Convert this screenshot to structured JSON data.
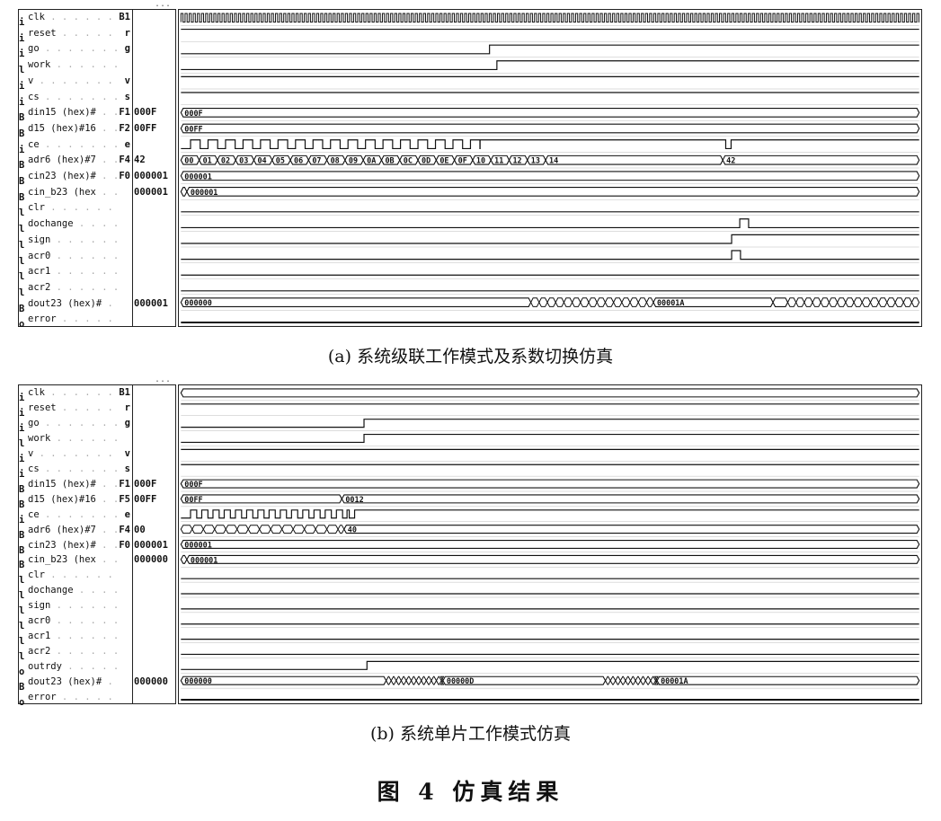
{
  "panels": [
    {
      "caption": "(a) 系统级联工作模式及系数切换仿真",
      "dots": "...",
      "signals": [
        {
          "dir": "i",
          "name": "clk",
          "code": "B1",
          "value": "",
          "wave": {
            "type": "clock",
            "half": 2.3
          }
        },
        {
          "dir": "i",
          "name": "reset",
          "code": "r",
          "value": "",
          "wave": {
            "type": "bit",
            "init": 1,
            "edges": []
          }
        },
        {
          "dir": "i",
          "name": "go",
          "code": "g",
          "value": "",
          "wave": {
            "type": "bit",
            "init": 0,
            "edges": [
              0.418
            ]
          }
        },
        {
          "dir": "l",
          "name": "work",
          "code": "",
          "value": "",
          "wave": {
            "type": "bit",
            "init": 0,
            "edges": [
              0.428
            ]
          }
        },
        {
          "dir": "i",
          "name": "v",
          "code": "v",
          "value": "",
          "wave": {
            "type": "bit",
            "init": 1,
            "edges": []
          }
        },
        {
          "dir": "i",
          "name": "cs",
          "code": "s",
          "value": "",
          "wave": {
            "type": "bit",
            "init": 1,
            "edges": []
          }
        },
        {
          "dir": "B",
          "name": "din15 (hex)#",
          "code": "F1",
          "value": "000F",
          "wave": {
            "type": "bus",
            "segments": [
              {
                "x": 0,
                "label": "000F"
              }
            ]
          }
        },
        {
          "dir": "B",
          "name": "d15 (hex)#16",
          "code": "F2",
          "value": "00FF",
          "wave": {
            "type": "bus",
            "segments": [
              {
                "x": 0,
                "label": "00FF"
              }
            ]
          }
        },
        {
          "dir": "i",
          "name": "ce",
          "code": "e",
          "value": "",
          "wave": {
            "type": "pulses",
            "start": 0.013,
            "stop": 0.405,
            "period": 0.0237,
            "duty": 0.55,
            "extra": [
              0.738
            ]
          }
        },
        {
          "dir": "B",
          "name": "adr6 (hex)#7",
          "code": "F4",
          "value": "42",
          "wave": {
            "type": "bus",
            "segments": [
              {
                "x": 0,
                "label": "00"
              },
              {
                "x": 0.0247,
                "label": "01"
              },
              {
                "x": 0.0494,
                "label": "02"
              },
              {
                "x": 0.0741,
                "label": "03"
              },
              {
                "x": 0.0988,
                "label": "04"
              },
              {
                "x": 0.1235,
                "label": "05"
              },
              {
                "x": 0.1482,
                "label": "06"
              },
              {
                "x": 0.1729,
                "label": "07"
              },
              {
                "x": 0.1976,
                "label": "08"
              },
              {
                "x": 0.2223,
                "label": "09"
              },
              {
                "x": 0.247,
                "label": "0A"
              },
              {
                "x": 0.2717,
                "label": "0B"
              },
              {
                "x": 0.2964,
                "label": "0C"
              },
              {
                "x": 0.3211,
                "label": "0D"
              },
              {
                "x": 0.3458,
                "label": "0E"
              },
              {
                "x": 0.3705,
                "label": "0F"
              },
              {
                "x": 0.3952,
                "label": "10"
              },
              {
                "x": 0.4199,
                "label": "11"
              },
              {
                "x": 0.4446,
                "label": "12"
              },
              {
                "x": 0.4693,
                "label": "13"
              },
              {
                "x": 0.494,
                "label": "14"
              },
              {
                "x": 0.734,
                "label": "42"
              }
            ]
          }
        },
        {
          "dir": "B",
          "name": "cin23 (hex)#",
          "code": "F0",
          "value": "000001",
          "wave": {
            "type": "bus",
            "segments": [
              {
                "x": 0,
                "label": "000001"
              }
            ]
          }
        },
        {
          "dir": "B",
          "name": "cin_b23 (hex",
          "code": "",
          "value": "000001",
          "wave": {
            "type": "bus",
            "segments": [
              {
                "x": 0,
                "label": ""
              },
              {
                "x": 0.008,
                "label": "000001"
              }
            ]
          }
        },
        {
          "dir": "l",
          "name": "clr",
          "code": "",
          "value": "",
          "wave": {
            "type": "bit",
            "init": 0,
            "edges": []
          }
        },
        {
          "dir": "l",
          "name": "dochange",
          "code": "",
          "value": "",
          "wave": {
            "type": "bit",
            "init": 0,
            "edges": [
              0.757,
              0.769
            ]
          }
        },
        {
          "dir": "l",
          "name": "sign",
          "code": "",
          "value": "",
          "wave": {
            "type": "bit",
            "init": 0,
            "edges": [
              0.746
            ]
          }
        },
        {
          "dir": "l",
          "name": "acr0",
          "code": "",
          "value": "",
          "wave": {
            "type": "bit",
            "init": 0,
            "edges": [
              0.746,
              0.758
            ]
          }
        },
        {
          "dir": "l",
          "name": "acr1",
          "code": "",
          "value": "",
          "wave": {
            "type": "bit",
            "init": 0,
            "edges": []
          }
        },
        {
          "dir": "l",
          "name": "acr2",
          "code": "",
          "value": "",
          "wave": {
            "type": "bit",
            "init": 0,
            "edges": []
          }
        },
        {
          "dir": "B",
          "name": "dout23 (hex)#",
          "code": "",
          "value": "000001",
          "wave": {
            "type": "bus",
            "segments": [
              {
                "x": 0,
                "label": "000000"
              },
              {
                "x": 0.474,
                "label": "",
                "dense": 0.64,
                "pitch": 0.0112
              },
              {
                "x": 0.64,
                "label": "00001A"
              },
              {
                "x": 0.802,
                "label": ""
              },
              {
                "x": 0.822,
                "label": "",
                "dense": 1.0,
                "pitch": 0.0112
              }
            ]
          }
        },
        {
          "dir": "o",
          "name": "error",
          "code": "",
          "value": "",
          "wave": {
            "type": "bit",
            "init": 0,
            "edges": [],
            "bold": true
          }
        }
      ]
    },
    {
      "caption": "(b) 系统单片工作模式仿真",
      "dots": "...",
      "signals": [
        {
          "dir": "i",
          "name": "clk",
          "code": "B1",
          "value": "",
          "wave": {
            "type": "bus",
            "segments": [
              {
                "x": 0,
                "label": ""
              }
            ]
          }
        },
        {
          "dir": "i",
          "name": "reset",
          "code": "r",
          "value": "",
          "wave": {
            "type": "bit",
            "init": 1,
            "edges": []
          }
        },
        {
          "dir": "i",
          "name": "go",
          "code": "g",
          "value": "",
          "wave": {
            "type": "bit",
            "init": 0,
            "edges": [
              0.248
            ]
          }
        },
        {
          "dir": "l",
          "name": "work",
          "code": "",
          "value": "",
          "wave": {
            "type": "bit",
            "init": 0,
            "edges": [
              0.248
            ]
          }
        },
        {
          "dir": "i",
          "name": "v",
          "code": "v",
          "value": "",
          "wave": {
            "type": "bit",
            "init": 1,
            "edges": []
          }
        },
        {
          "dir": "i",
          "name": "cs",
          "code": "s",
          "value": "",
          "wave": {
            "type": "bit",
            "init": 1,
            "edges": []
          }
        },
        {
          "dir": "B",
          "name": "din15 (hex)#",
          "code": "F1",
          "value": "000F",
          "wave": {
            "type": "bus",
            "segments": [
              {
                "x": 0,
                "label": "000F"
              }
            ]
          }
        },
        {
          "dir": "B",
          "name": "d15 (hex)#16",
          "code": "F5",
          "value": "00FF",
          "wave": {
            "type": "bus",
            "segments": [
              {
                "x": 0,
                "label": "00FF"
              },
              {
                "x": 0.218,
                "label": "0012"
              }
            ]
          }
        },
        {
          "dir": "i",
          "name": "ce",
          "code": "e",
          "value": "",
          "wave": {
            "type": "pulses",
            "start": 0.013,
            "stop": 0.225,
            "period": 0.0152,
            "duty": 0.55,
            "extra": [
              0.228
            ]
          }
        },
        {
          "dir": "B",
          "name": "adr6 (hex)#7",
          "code": "F4",
          "value": "00",
          "wave": {
            "type": "bus",
            "segments": [
              {
                "x": 0,
                "label": "",
                "dense": 0.221,
                "pitch": 0.0152
              },
              {
                "x": 0.221,
                "label": "40"
              }
            ]
          }
        },
        {
          "dir": "B",
          "name": "cin23 (hex)#",
          "code": "F0",
          "value": "000001",
          "wave": {
            "type": "bus",
            "segments": [
              {
                "x": 0,
                "label": "000001"
              }
            ]
          }
        },
        {
          "dir": "B",
          "name": "cin_b23 (hex",
          "code": "",
          "value": "000000",
          "wave": {
            "type": "bus",
            "segments": [
              {
                "x": 0,
                "label": ""
              },
              {
                "x": 0.008,
                "label": "000001"
              }
            ]
          }
        },
        {
          "dir": "l",
          "name": "clr",
          "code": "",
          "value": "",
          "wave": {
            "type": "bit",
            "init": 0,
            "edges": []
          }
        },
        {
          "dir": "l",
          "name": "dochange",
          "code": "",
          "value": "",
          "wave": {
            "type": "bit",
            "init": 0,
            "edges": []
          }
        },
        {
          "dir": "l",
          "name": "sign",
          "code": "",
          "value": "",
          "wave": {
            "type": "bit",
            "init": 0,
            "edges": []
          }
        },
        {
          "dir": "l",
          "name": "acr0",
          "code": "",
          "value": "",
          "wave": {
            "type": "bit",
            "init": 0,
            "edges": []
          }
        },
        {
          "dir": "l",
          "name": "acr1",
          "code": "",
          "value": "",
          "wave": {
            "type": "bit",
            "init": 0,
            "edges": []
          }
        },
        {
          "dir": "l",
          "name": "acr2",
          "code": "",
          "value": "",
          "wave": {
            "type": "bit",
            "init": 0,
            "edges": []
          }
        },
        {
          "dir": "o",
          "name": "outrdy",
          "code": "",
          "value": "",
          "wave": {
            "type": "bit",
            "init": 0,
            "edges": [
              0.252
            ]
          }
        },
        {
          "dir": "B",
          "name": "dout23 (hex)#",
          "code": "",
          "value": "000000",
          "wave": {
            "type": "bus",
            "segments": [
              {
                "x": 0,
                "label": "000000"
              },
              {
                "x": 0.278,
                "label": "",
                "dense": 0.355,
                "pitch": 0.0068
              },
              {
                "x": 0.355,
                "label": "00000D"
              },
              {
                "x": 0.575,
                "label": "",
                "dense": 0.645,
                "pitch": 0.0068
              },
              {
                "x": 0.645,
                "label": "00001A"
              }
            ]
          }
        },
        {
          "dir": "o",
          "name": "error",
          "code": "",
          "value": "",
          "wave": {
            "type": "bit",
            "init": 0,
            "edges": [],
            "bold": true
          }
        }
      ]
    }
  ],
  "figure_title": "图 4 仿真结果"
}
